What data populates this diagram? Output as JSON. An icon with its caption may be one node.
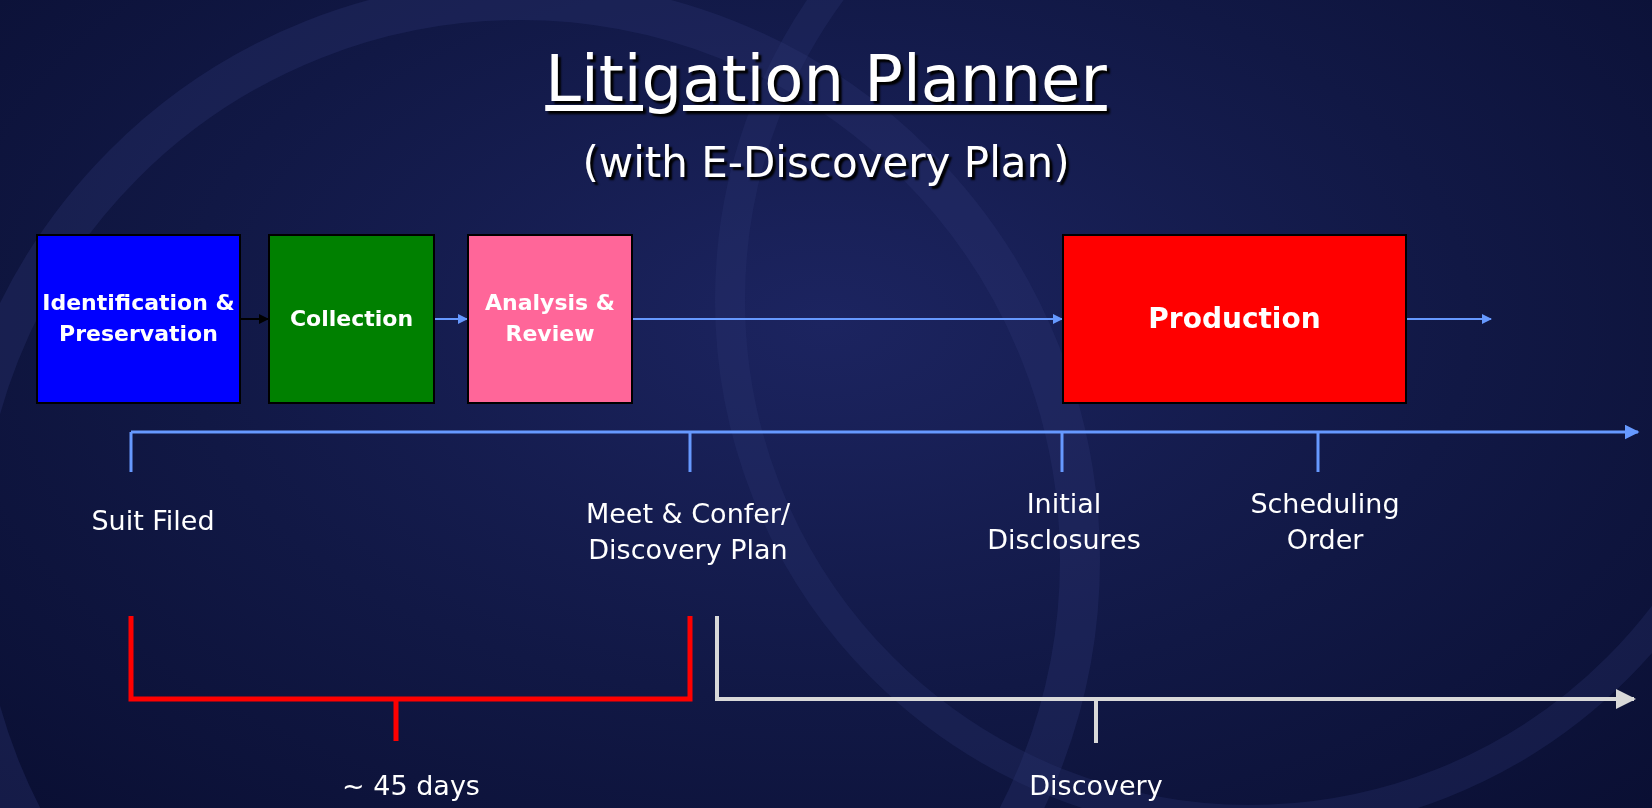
{
  "diagram": {
    "title": "Litigation Planner",
    "nodes": [
      {
        "text": [
          "Identification & Preservation"
        ]
      },
      {
        "text": [
          "Collection"
        ]
      },
      {
        "text": [
          "Analysis & Review"
        ]
      },
      {
        "text": [
          "Production"
        ]
      }
    ],
    "edges": [
      {
        "from": 0,
        "to": 1,
        "arrow": "to",
        "color": "#000000"
      },
      {
        "from": 1,
        "to": 2,
        "arrow": "to"
      },
      {
        "from": 2,
        "to": 3,
        "arrow": "to"
      },
      {
        "from": 3,
        "to": null,
        "arrow": "to"
      }
    ],
    "labels": [
      "(with E-Discovery Plan)",
      "Suit Filed",
      "Meet & Confer/ Discovery Plan",
      "Initial Disclosures",
      "Scheduling Order",
      "~ 45 days",
      "Discovery"
    ]
  }
}
